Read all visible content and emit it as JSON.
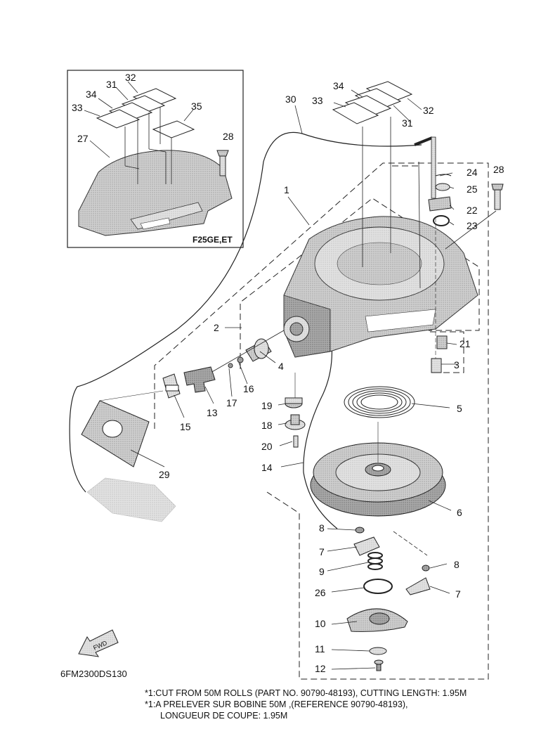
{
  "inset": {
    "label": "F25GE,ET",
    "callouts": [
      "32",
      "31",
      "34",
      "33",
      "35",
      "27",
      "28"
    ]
  },
  "callouts": [
    "34",
    "33",
    "32",
    "31",
    "30",
    "24",
    "28",
    "25",
    "22",
    "23",
    "1",
    "2",
    "21",
    "3",
    "4",
    "16",
    "17",
    "13",
    "15",
    "19",
    "18",
    "20",
    "5",
    "14",
    "29",
    "6",
    "8",
    "7",
    "9",
    "8",
    "26",
    "7",
    "10",
    "11",
    "12"
  ],
  "fwd_label": "FWD",
  "diagram_code": "6FM2300DS130",
  "notes": {
    "line1": "*1:CUT FROM 50M ROLLS (PART NO. 90790-48193), CUTTING LENGTH: 1.95M",
    "line2": "*1:A PRELEVER SUR BOBINE 50M ,(REFERENCE 90790-48193),",
    "line3": "LONGUEUR DE COUPE: 1.95M"
  }
}
